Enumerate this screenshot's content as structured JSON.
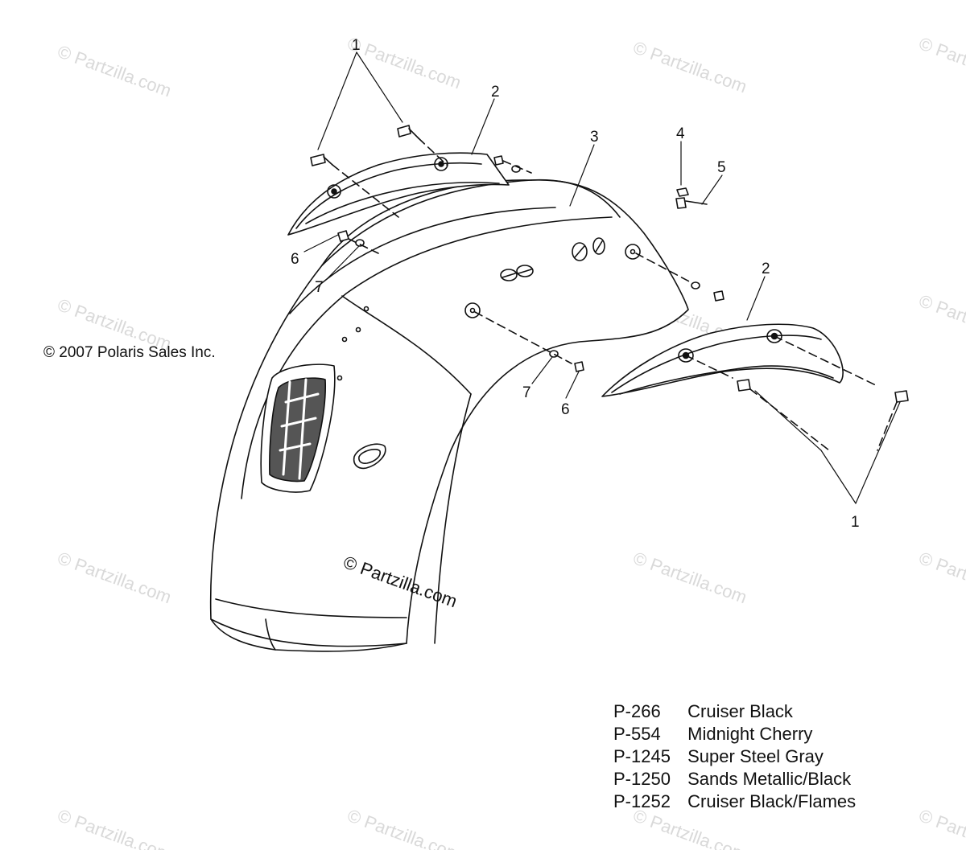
{
  "watermark": "© Partzilla.com",
  "copyright": "© 2007 Polaris Sales Inc.",
  "callouts": {
    "c1a": "1",
    "c2a": "2",
    "c3": "3",
    "c4": "4",
    "c5": "5",
    "c6a": "6",
    "c7a": "7",
    "c2b": "2",
    "c7b": "7",
    "c6b": "6",
    "c1b": "1"
  },
  "legend": [
    {
      "code": "P-266",
      "name": "Cruiser Black"
    },
    {
      "code": "P-554",
      "name": "Midnight Cherry"
    },
    {
      "code": "P-1245",
      "name": "Super Steel Gray"
    },
    {
      "code": "P-1250",
      "name": "Sands Metallic/Black"
    },
    {
      "code": "P-1252",
      "name": "Cruiser Black/Flames"
    }
  ],
  "colors": {
    "line": "#111111",
    "watermark": "#d9d9d9"
  }
}
